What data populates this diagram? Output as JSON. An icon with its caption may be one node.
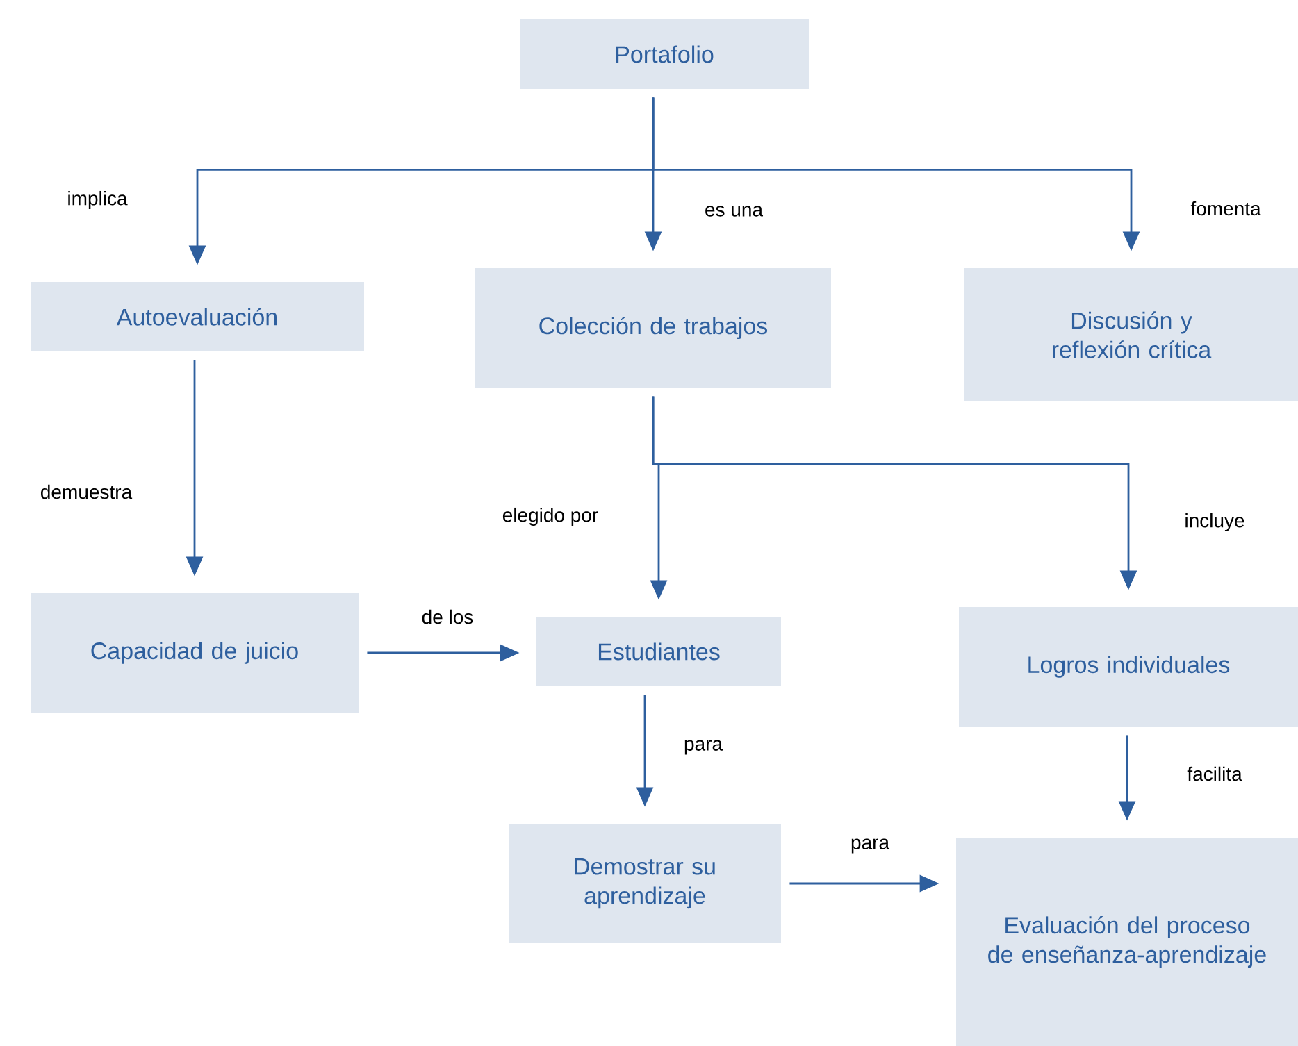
{
  "diagram": {
    "nodes": [
      {
        "text": [
          "Portafolio"
        ]
      },
      {
        "text": [
          "Autoevaluación"
        ]
      },
      {
        "text": [
          "Colección de trabajos"
        ]
      },
      {
        "text": [
          "Discusión y reflexión crítica"
        ]
      },
      {
        "text": [
          "Capacidad de juicio"
        ]
      },
      {
        "text": [
          "Estudiantes"
        ]
      },
      {
        "text": [
          "Logros individuales"
        ]
      },
      {
        "text": [
          "Demostrar su aprendizaje"
        ]
      },
      {
        "text": [
          "Evaluación del proceso de enseñanza-aprendizaje"
        ]
      }
    ],
    "edges": [
      {
        "from": 0,
        "to": 1,
        "arrow": "to",
        "label": "implica"
      },
      {
        "from": 0,
        "to": 2,
        "arrow": "to",
        "label": "es una"
      },
      {
        "from": 0,
        "to": 3,
        "arrow": "to",
        "label": "fomenta"
      },
      {
        "from": 1,
        "to": 4,
        "arrow": "to",
        "label": "demuestra"
      },
      {
        "from": 2,
        "to": 5,
        "arrow": "to",
        "label": "elegido por"
      },
      {
        "from": 2,
        "to": 6,
        "arrow": "to",
        "label": "incluye"
      },
      {
        "from": 4,
        "to": 5,
        "arrow": "to",
        "label": "de los"
      },
      {
        "from": 5,
        "to": 7,
        "arrow": "to",
        "label": "para"
      },
      {
        "from": 7,
        "to": 8,
        "arrow": "to",
        "label": "para"
      },
      {
        "from": 6,
        "to": 8,
        "arrow": "to",
        "label": "facilita"
      }
    ]
  }
}
